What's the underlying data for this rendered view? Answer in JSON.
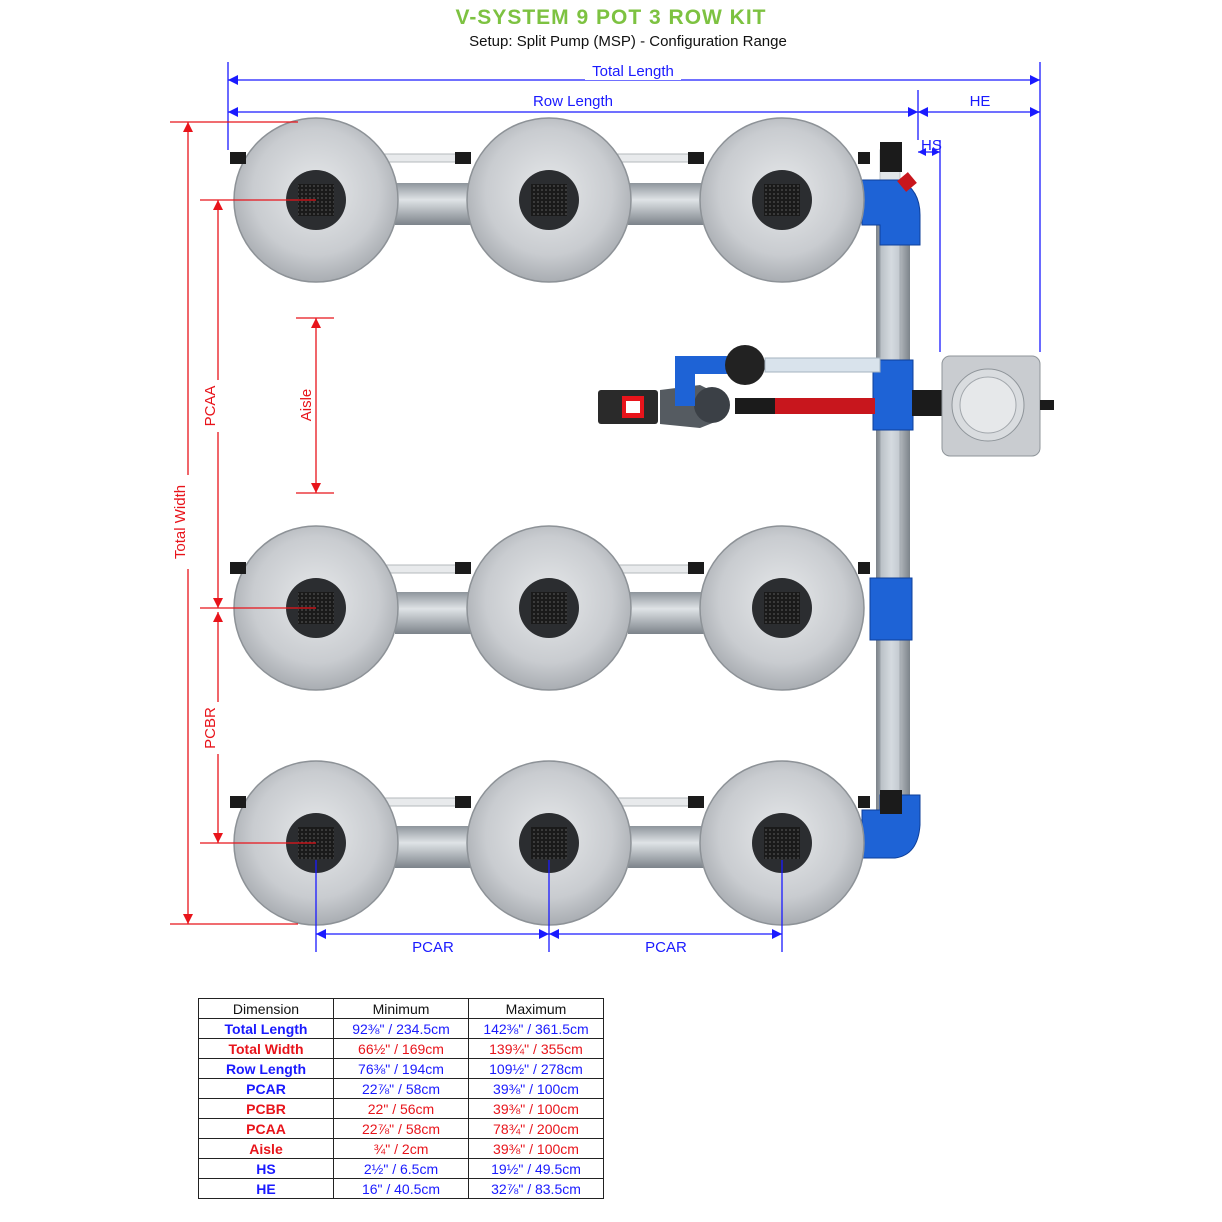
{
  "header": {
    "title": "V-SYSTEM 9 POT 3 ROW KIT",
    "subtitle": "Setup: Split Pump (MSP) - Configuration Range"
  },
  "colors": {
    "title_green": "#7dc241",
    "dim_blue": "#1a1aff",
    "dim_red": "#e8141b",
    "pipe_blue": "#1e63d6",
    "feed_red": "#c8161d"
  },
  "labels": {
    "total_length": "Total Length",
    "row_length": "Row Length",
    "he": "HE",
    "hs": "HS",
    "total_width": "Total Width",
    "pcaa": "PCAA",
    "aisle": "Aisle",
    "pcbr": "PCBR",
    "pcar_1": "PCAR",
    "pcar_2": "PCAR"
  },
  "table": {
    "headers": [
      "Dimension",
      "Minimum",
      "Maximum"
    ],
    "rows": [
      {
        "name": "Total Length",
        "min": "92⅜\" / 234.5cm",
        "max": "142⅜\" / 361.5cm",
        "color": "blue"
      },
      {
        "name": "Total Width",
        "min": "66½\" / 169cm",
        "max": "139¾\" / 355cm",
        "color": "red"
      },
      {
        "name": "Row Length",
        "min": "76⅜\" / 194cm",
        "max": "109½\" / 278cm",
        "color": "blue"
      },
      {
        "name": "PCAR",
        "min": "22⅞\" / 58cm",
        "max": "39⅜\" / 100cm",
        "color": "blue"
      },
      {
        "name": "PCBR",
        "min": "22\" / 56cm",
        "max": "39⅜\" / 100cm",
        "color": "red"
      },
      {
        "name": "PCAA",
        "min": "22⅞\" / 58cm",
        "max": "78¾\" / 200cm",
        "color": "red"
      },
      {
        "name": "Aisle",
        "min": "¾\" / 2cm",
        "max": "39⅜\" / 100cm",
        "color": "red"
      },
      {
        "name": "HS",
        "min": "2½\" / 6.5cm",
        "max": "19½\" / 49.5cm",
        "color": "blue"
      },
      {
        "name": "HE",
        "min": "16\" / 40.5cm",
        "max": "32⅞\" / 83.5cm",
        "color": "blue"
      }
    ]
  }
}
